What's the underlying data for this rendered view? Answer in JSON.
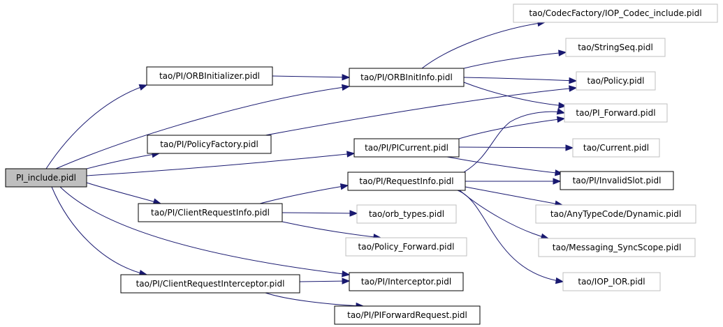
{
  "nodes": {
    "pi_include": {
      "label": "PI_include.pidl",
      "style": "root"
    },
    "orbinitializer": {
      "label": "tao/PI/ORBInitializer.pidl",
      "style": "linked"
    },
    "policyfactory": {
      "label": "tao/PI/PolicyFactory.pidl",
      "style": "linked"
    },
    "clientrequestinfo": {
      "label": "tao/PI/ClientRequestInfo.pidl",
      "style": "linked"
    },
    "clientrequestinterceptor": {
      "label": "tao/PI/ClientRequestInterceptor.pidl",
      "style": "linked"
    },
    "orbinitinfo": {
      "label": "tao/PI/ORBInitInfo.pidl",
      "style": "linked"
    },
    "picurrent": {
      "label": "tao/PI/PICurrent.pidl",
      "style": "linked"
    },
    "requestinfo": {
      "label": "tao/PI/RequestInfo.pidl",
      "style": "linked"
    },
    "orb_types": {
      "label": "tao/orb_types.pidl",
      "style": "external"
    },
    "policy_forward": {
      "label": "tao/Policy_Forward.pidl",
      "style": "external"
    },
    "interceptor": {
      "label": "tao/PI/Interceptor.pidl",
      "style": "linked"
    },
    "piforwardrequest": {
      "label": "tao/PI/PIForwardRequest.pidl",
      "style": "linked"
    },
    "iop_codec": {
      "label": "tao/CodecFactory/IOP_Codec_include.pidl",
      "style": "external"
    },
    "stringseq": {
      "label": "tao/StringSeq.pidl",
      "style": "external"
    },
    "policy": {
      "label": "tao/Policy.pidl",
      "style": "external"
    },
    "pi_forward": {
      "label": "tao/PI_Forward.pidl",
      "style": "external"
    },
    "current": {
      "label": "tao/Current.pidl",
      "style": "external"
    },
    "invalidslot": {
      "label": "tao/PI/InvalidSlot.pidl",
      "style": "linked"
    },
    "anytypecode": {
      "label": "tao/AnyTypeCode/Dynamic.pidl",
      "style": "external"
    },
    "syncscope": {
      "label": "tao/Messaging_SyncScope.pidl",
      "style": "external"
    },
    "iop_ior": {
      "label": "tao/IOP_IOR.pidl",
      "style": "external"
    }
  },
  "edges": [
    {
      "from": "pi_include",
      "to": "orbinitializer"
    },
    {
      "from": "pi_include",
      "to": "orbinitinfo"
    },
    {
      "from": "pi_include",
      "to": "policyfactory"
    },
    {
      "from": "pi_include",
      "to": "picurrent"
    },
    {
      "from": "pi_include",
      "to": "clientrequestinfo"
    },
    {
      "from": "pi_include",
      "to": "interceptor"
    },
    {
      "from": "pi_include",
      "to": "clientrequestinterceptor"
    },
    {
      "from": "orbinitializer",
      "to": "orbinitinfo"
    },
    {
      "from": "orbinitinfo",
      "to": "iop_codec"
    },
    {
      "from": "orbinitinfo",
      "to": "stringseq"
    },
    {
      "from": "orbinitinfo",
      "to": "policy"
    },
    {
      "from": "orbinitinfo",
      "to": "pi_forward"
    },
    {
      "from": "policyfactory",
      "to": "policy"
    },
    {
      "from": "picurrent",
      "to": "pi_forward"
    },
    {
      "from": "picurrent",
      "to": "current"
    },
    {
      "from": "picurrent",
      "to": "invalidslot"
    },
    {
      "from": "clientrequestinfo",
      "to": "requestinfo"
    },
    {
      "from": "clientrequestinfo",
      "to": "orb_types"
    },
    {
      "from": "clientrequestinfo",
      "to": "policy_forward"
    },
    {
      "from": "requestinfo",
      "to": "pi_forward"
    },
    {
      "from": "requestinfo",
      "to": "invalidslot"
    },
    {
      "from": "requestinfo",
      "to": "anytypecode"
    },
    {
      "from": "requestinfo",
      "to": "syncscope"
    },
    {
      "from": "requestinfo",
      "to": "iop_ior"
    },
    {
      "from": "clientrequestinterceptor",
      "to": "interceptor"
    },
    {
      "from": "clientrequestinterceptor",
      "to": "piforwardrequest"
    }
  ],
  "colors": {
    "edge": "#191970",
    "root_fill": "#bfbfbf",
    "linked_border": "#000000",
    "external_border": "#bfbfbf",
    "node_fill": "#ffffff",
    "text": "#000000"
  }
}
